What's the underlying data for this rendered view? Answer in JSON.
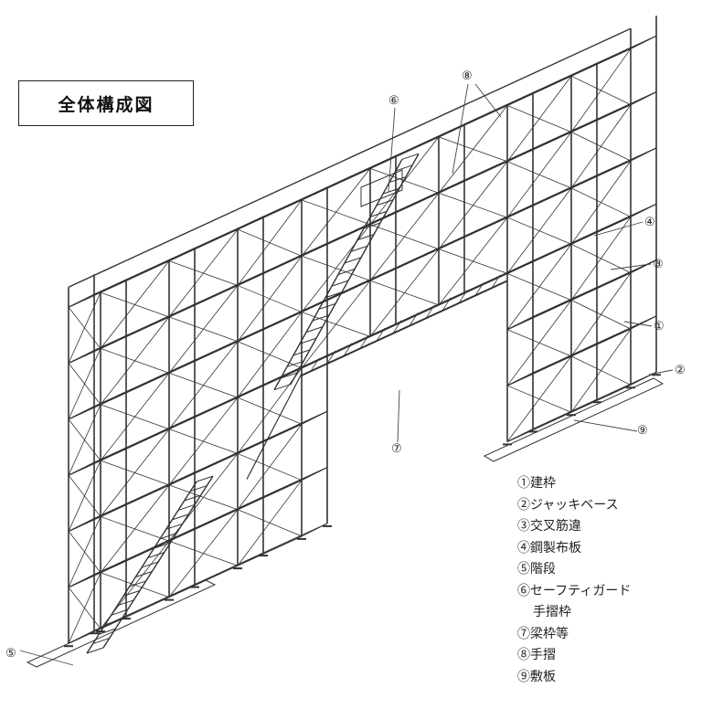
{
  "title": "全体構成図",
  "callouts": {
    "c1": "①",
    "c2": "②",
    "c3": "③",
    "c4": "④",
    "c5": "⑤",
    "c6": "⑥",
    "c7": "⑦",
    "c8": "⑧",
    "c9": "⑨"
  },
  "legend": [
    {
      "label": "①建枠"
    },
    {
      "label": "②ジャッキベース"
    },
    {
      "label": "③交叉筋違"
    },
    {
      "label": "④鋼製布板"
    },
    {
      "label": "⑤階段"
    },
    {
      "label": "⑥セーフティガード"
    },
    {
      "label": "手摺枠"
    },
    {
      "label": "⑦梁枠等"
    },
    {
      "label": "⑧手摺"
    },
    {
      "label": "⑨敷板"
    }
  ]
}
